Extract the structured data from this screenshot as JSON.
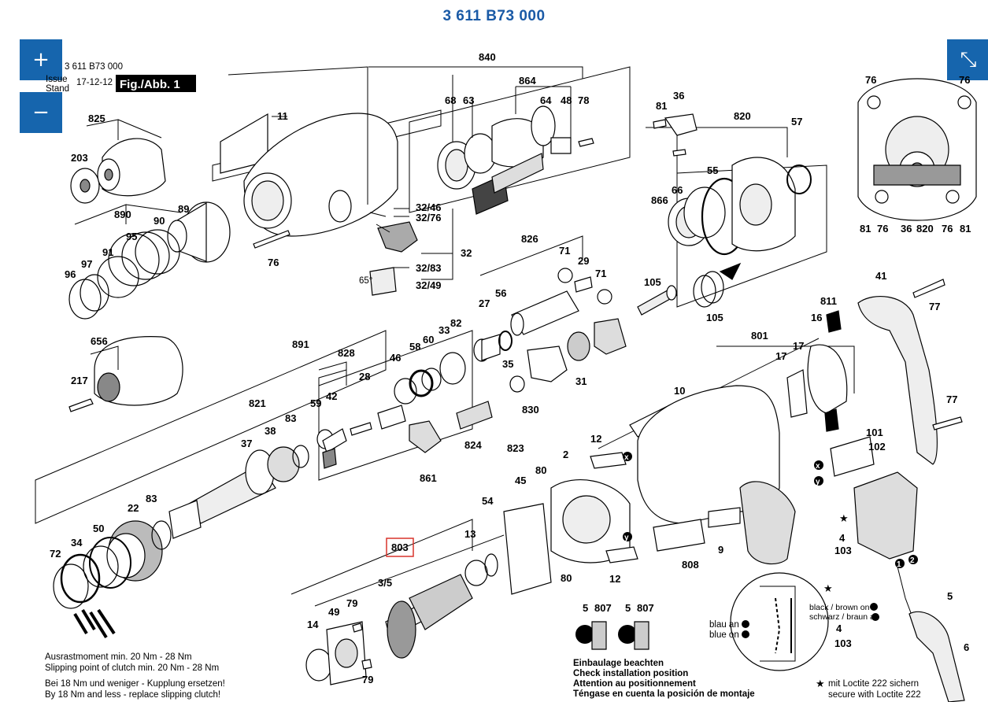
{
  "document": {
    "title": "3 611 B73 000",
    "header_number": "3 611 B73 000",
    "issue_label": "Issue",
    "stand_label": "Stand",
    "issue_date": "17-12-12",
    "figure_label": "Fig./Abb. 1"
  },
  "controls": {
    "zoom_in_icon": "+",
    "zoom_out_icon": "−",
    "fullscreen_icon": "⤡"
  },
  "colors": {
    "accent": "#1665ad",
    "title": "#1a5aa6",
    "highlight": "#d9332b"
  },
  "parts": {
    "p825": "825",
    "p203": "203",
    "p890": "890",
    "p95": "95",
    "p90": "90",
    "p89": "89",
    "p96": "96",
    "p97": "97",
    "p91": "91",
    "p656": "656",
    "p217": "217",
    "p11": "11",
    "p76a": "76",
    "p32_46": "32/46",
    "p32_76": "32/76",
    "p32": "32",
    "p32_83": "32/83",
    "p32_49": "32/49",
    "p65": "65°",
    "p840": "840",
    "p864": "864",
    "p68": "68",
    "p63": "63",
    "p64": "64",
    "p48": "48",
    "p78": "78",
    "p81": "81",
    "p36": "36",
    "p820": "820",
    "p57": "57",
    "p55": "55",
    "p866": "866",
    "p66": "66",
    "p105a": "105",
    "p105b": "105",
    "p826": "826",
    "p71a": "71",
    "p29": "29",
    "p71b": "71",
    "p27": "27",
    "p56": "56",
    "p891": "891",
    "p828": "828",
    "p46": "46",
    "p58": "58",
    "p60": "60",
    "p33": "33",
    "p82": "82",
    "p28": "28",
    "p35": "35",
    "p31": "31",
    "p830": "830",
    "p59": "59",
    "p42": "42",
    "p821": "821",
    "p83a": "83",
    "p37": "37",
    "p38": "38",
    "p824": "824",
    "p823": "823",
    "p861": "861",
    "p22": "22",
    "p83b": "83",
    "p50": "50",
    "p72": "72",
    "p34": "34",
    "p803": "803",
    "p13": "13",
    "p3_5": "3/5",
    "p79a": "79",
    "p49": "49",
    "p14": "14",
    "p79b": "79",
    "p45": "45",
    "p80a": "80",
    "p54": "54",
    "p2": "2",
    "p80b": "80",
    "p12a": "12",
    "p12b": "12",
    "p10": "10",
    "p9": "9",
    "p808": "808",
    "p801": "801",
    "p17a": "17",
    "p17b": "17",
    "p16": "16",
    "p811": "811",
    "p41": "41",
    "p77a": "77",
    "p77b": "77",
    "p101": "101",
    "p102": "102",
    "p4a": "4",
    "p103a": "103",
    "p5a": "5",
    "p6": "6",
    "p76b": "76",
    "p76c": "76",
    "p81b": "81",
    "p76d": "76",
    "p36b": "36",
    "p820b": "820",
    "p76e": "76",
    "p81c": "81",
    "p5b": "5",
    "p807a": "807",
    "p5c": "5",
    "p807b": "807",
    "p4b": "4",
    "p103b": "103",
    "px": "x",
    "py": "y",
    "p1": "1",
    "p2c": "2"
  },
  "notes": {
    "slip_de": "Ausrastmoment min. 20 Nm - 28 Nm",
    "slip_en": "Slipping point of clutch min. 20 Nm - 28 Nm",
    "replace_de": "Bei 18 Nm und weniger - Kupplung ersetzen!",
    "replace_en": "By 18 Nm and less - replace slipping clutch!",
    "install_de": "Einbaulage beachten",
    "install_en": "Check installation position",
    "install_fr": "Attention au positionnement",
    "install_es": "Téngase en cuenta la posición de montaje",
    "blue_de": "blau an",
    "blue_en": "blue on",
    "black_en": "black / brown on",
    "black_de": "schwarz / braun an",
    "loctite_de": "mit Loctite 222 sichern",
    "loctite_en": "secure with Loctite 222",
    "star": "★"
  }
}
